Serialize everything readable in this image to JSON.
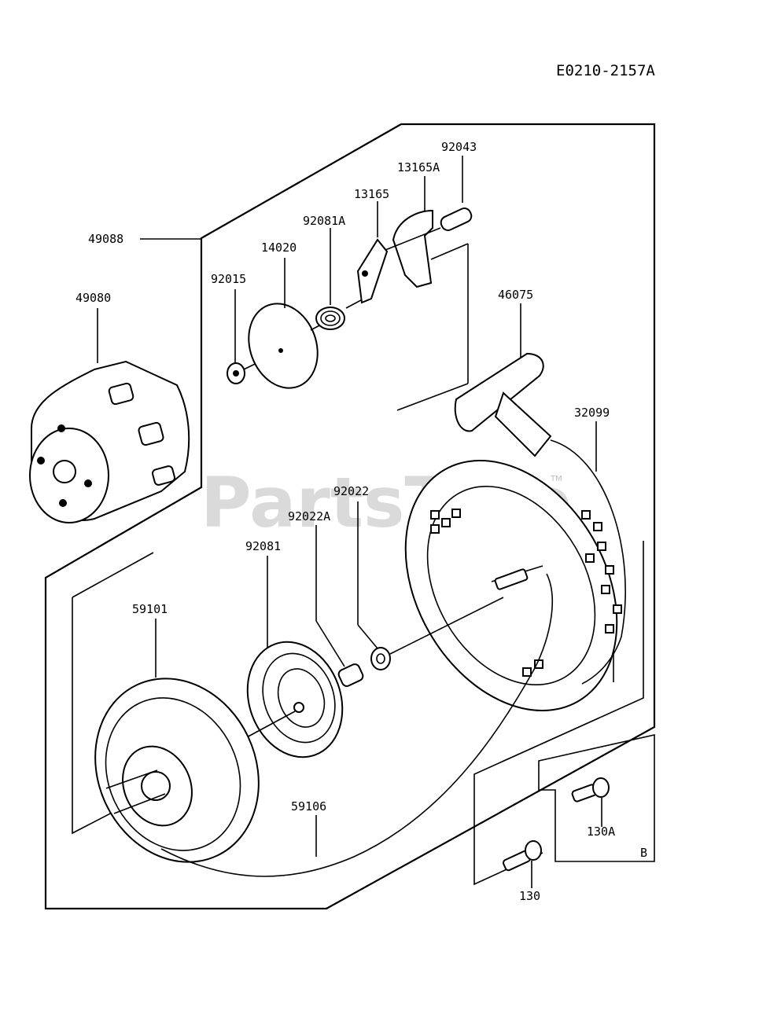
{
  "diagram_code": "E0210-2157A",
  "watermark": "PartsTree",
  "trademark": "TM",
  "box_letter": "B",
  "parts": [
    {
      "id": "49088",
      "label": "49088"
    },
    {
      "id": "49080",
      "label": "49080"
    },
    {
      "id": "92015",
      "label": "92015"
    },
    {
      "id": "14020",
      "label": "14020"
    },
    {
      "id": "92081A",
      "label": "92081A"
    },
    {
      "id": "13165",
      "label": "13165"
    },
    {
      "id": "13165A",
      "label": "13165A"
    },
    {
      "id": "92043",
      "label": "92043"
    },
    {
      "id": "46075",
      "label": "46075"
    },
    {
      "id": "32099",
      "label": "32099"
    },
    {
      "id": "92022",
      "label": "92022"
    },
    {
      "id": "92022A",
      "label": "92022A"
    },
    {
      "id": "92081",
      "label": "92081"
    },
    {
      "id": "59101",
      "label": "59101"
    },
    {
      "id": "59106",
      "label": "59106"
    },
    {
      "id": "130A",
      "label": "130A"
    },
    {
      "id": "130",
      "label": "130"
    }
  ]
}
